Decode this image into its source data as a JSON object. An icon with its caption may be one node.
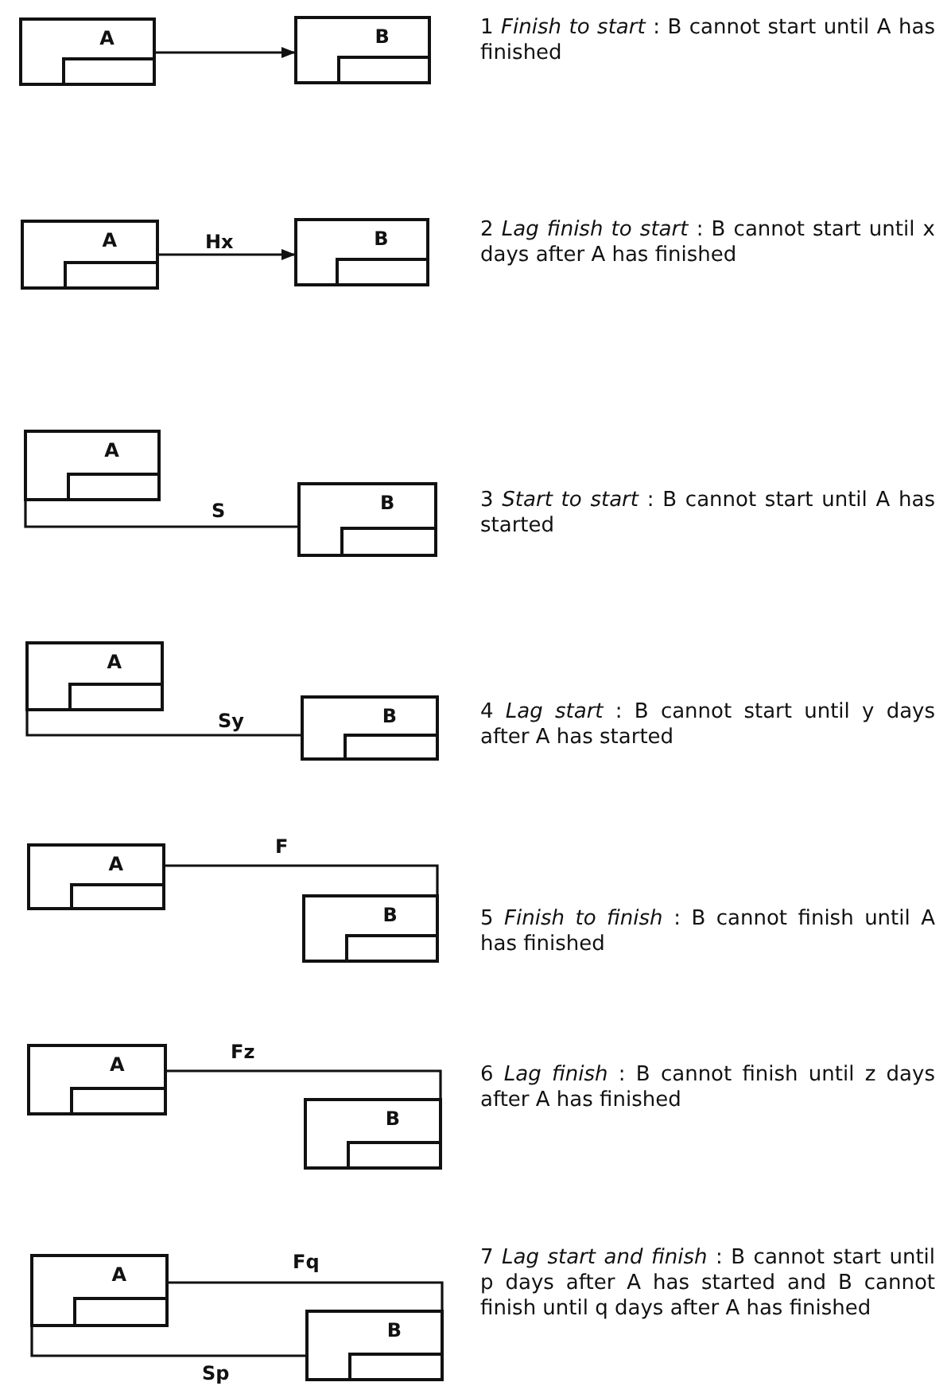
{
  "diagram": {
    "nodes": [
      {
        "text": [
          "A"
        ]
      },
      {
        "text": [
          "B"
        ]
      },
      {
        "text": [
          "A"
        ]
      },
      {
        "text": [
          "B"
        ]
      },
      {
        "text": [
          "A"
        ]
      },
      {
        "text": [
          "B"
        ]
      },
      {
        "text": [
          "A"
        ]
      },
      {
        "text": [
          "B"
        ]
      },
      {
        "text": [
          "A"
        ]
      },
      {
        "text": [
          "B"
        ]
      },
      {
        "text": [
          "A"
        ]
      },
      {
        "text": [
          "B"
        ]
      },
      {
        "text": [
          "A"
        ]
      },
      {
        "text": [
          "B"
        ]
      }
    ],
    "edges": [
      {
        "from": 0,
        "to": 1,
        "arrow": "to"
      },
      {
        "from": 2,
        "to": 3,
        "arrow": "to",
        "label": "Hx"
      },
      {
        "from": 4,
        "to": 5,
        "arrow": "none",
        "label": "S"
      },
      {
        "from": 6,
        "to": 7,
        "arrow": "none",
        "label": "Sy"
      },
      {
        "from": 8,
        "to": 9,
        "arrow": "none",
        "label": "F"
      },
      {
        "from": 10,
        "to": 11,
        "arrow": "none",
        "label": "Fz"
      },
      {
        "from": 12,
        "to": 13,
        "arrow": "none",
        "label": "Fq"
      },
      {
        "from": 12,
        "to": 13,
        "arrow": "none",
        "label": "Sp"
      }
    ],
    "labels": [
      "1 *Finish to start* : B cannot start until A has finished",
      "2 *Lag finish to start* : B cannot start until x days after A has finished",
      "3 *Start to start* : B cannot start until A has started",
      "4 *Lag start* : B cannot start until y days after A has started",
      "5 *Finish to finish* : B cannot finish until A has finished",
      "6 *Lag finish* : B cannot finish until z days after A has finished",
      "7 *Lag start and finish* : B cannot start until p days after A has started and B cannot finish until q days after A has finished"
    ]
  }
}
